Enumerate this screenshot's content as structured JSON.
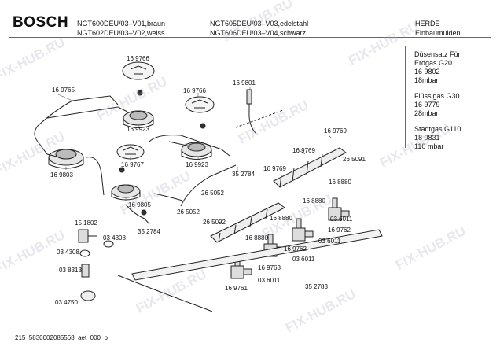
{
  "header": {
    "brand": "BOSCH",
    "models_left": [
      "NGT600DEU/03–V01,braun",
      "NGT602DEU/03–V02,weiss"
    ],
    "models_right": [
      "NGT605DEU/03–V03,edelstahl",
      "NGT606DEU/03–V04,schwarz"
    ],
    "category": [
      "HERDE",
      "Einbaumulden"
    ]
  },
  "gas_info": {
    "title": "Düsensatz Für",
    "groups": [
      {
        "gas": "Erdgas G20",
        "part": "16 9802",
        "pressure": "18mbar"
      },
      {
        "gas": "Flüssigas G30",
        "part": "16 9779",
        "pressure": "28mbar"
      },
      {
        "gas": "Stadtgas G110",
        "part": "18 0831",
        "pressure": "110 mbar"
      }
    ]
  },
  "labels": [
    "16 9766",
    "16 9765",
    "16 9766",
    "16 9801",
    "16 9923",
    "16 9923",
    "16 9803",
    "16 9767",
    "16 9769",
    "16 9769",
    "26 5091",
    "16 9769",
    "35 2784",
    "26 5052",
    "16 9805",
    "26 5052",
    "16 8880",
    "16 8880",
    "16 8880",
    "16 8880",
    "26 5092",
    "15 1802",
    "35 2784",
    "03 4308",
    "03 4308",
    "03 6011",
    "03 6011",
    "16 9762",
    "16 9762",
    "03 8313",
    "03 6011",
    "16 9763",
    "03 6011",
    "35 2783",
    "03 4750",
    "16 9761"
  ],
  "watermark": "FIX-HUB.RU",
  "footer": "215_5830002085568_aet_000_b"
}
